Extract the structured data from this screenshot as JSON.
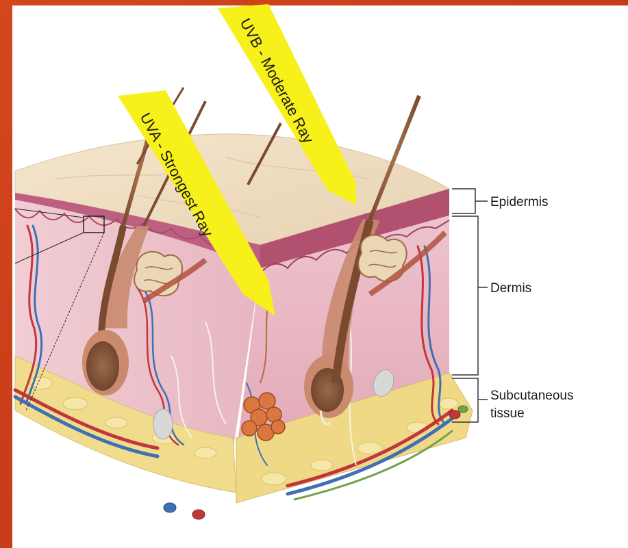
{
  "labels": {
    "epidermis": "Epidermis",
    "dermis": "Dermis",
    "subcutaneous_line1": "Subcutaneous",
    "subcutaneous_line2": "tissue"
  },
  "rays": {
    "uva": "UVA - Strongest Ray",
    "uvb": "UVB - Moderate Ray"
  },
  "colors": {
    "slide_border": "#c73d1a",
    "ray_arrow": "#f7f01a",
    "skin_top": "#f2e3c8",
    "epidermis": "#b8577a",
    "dermis": "#e9bcc6",
    "fat": "#f0dd8a"
  }
}
